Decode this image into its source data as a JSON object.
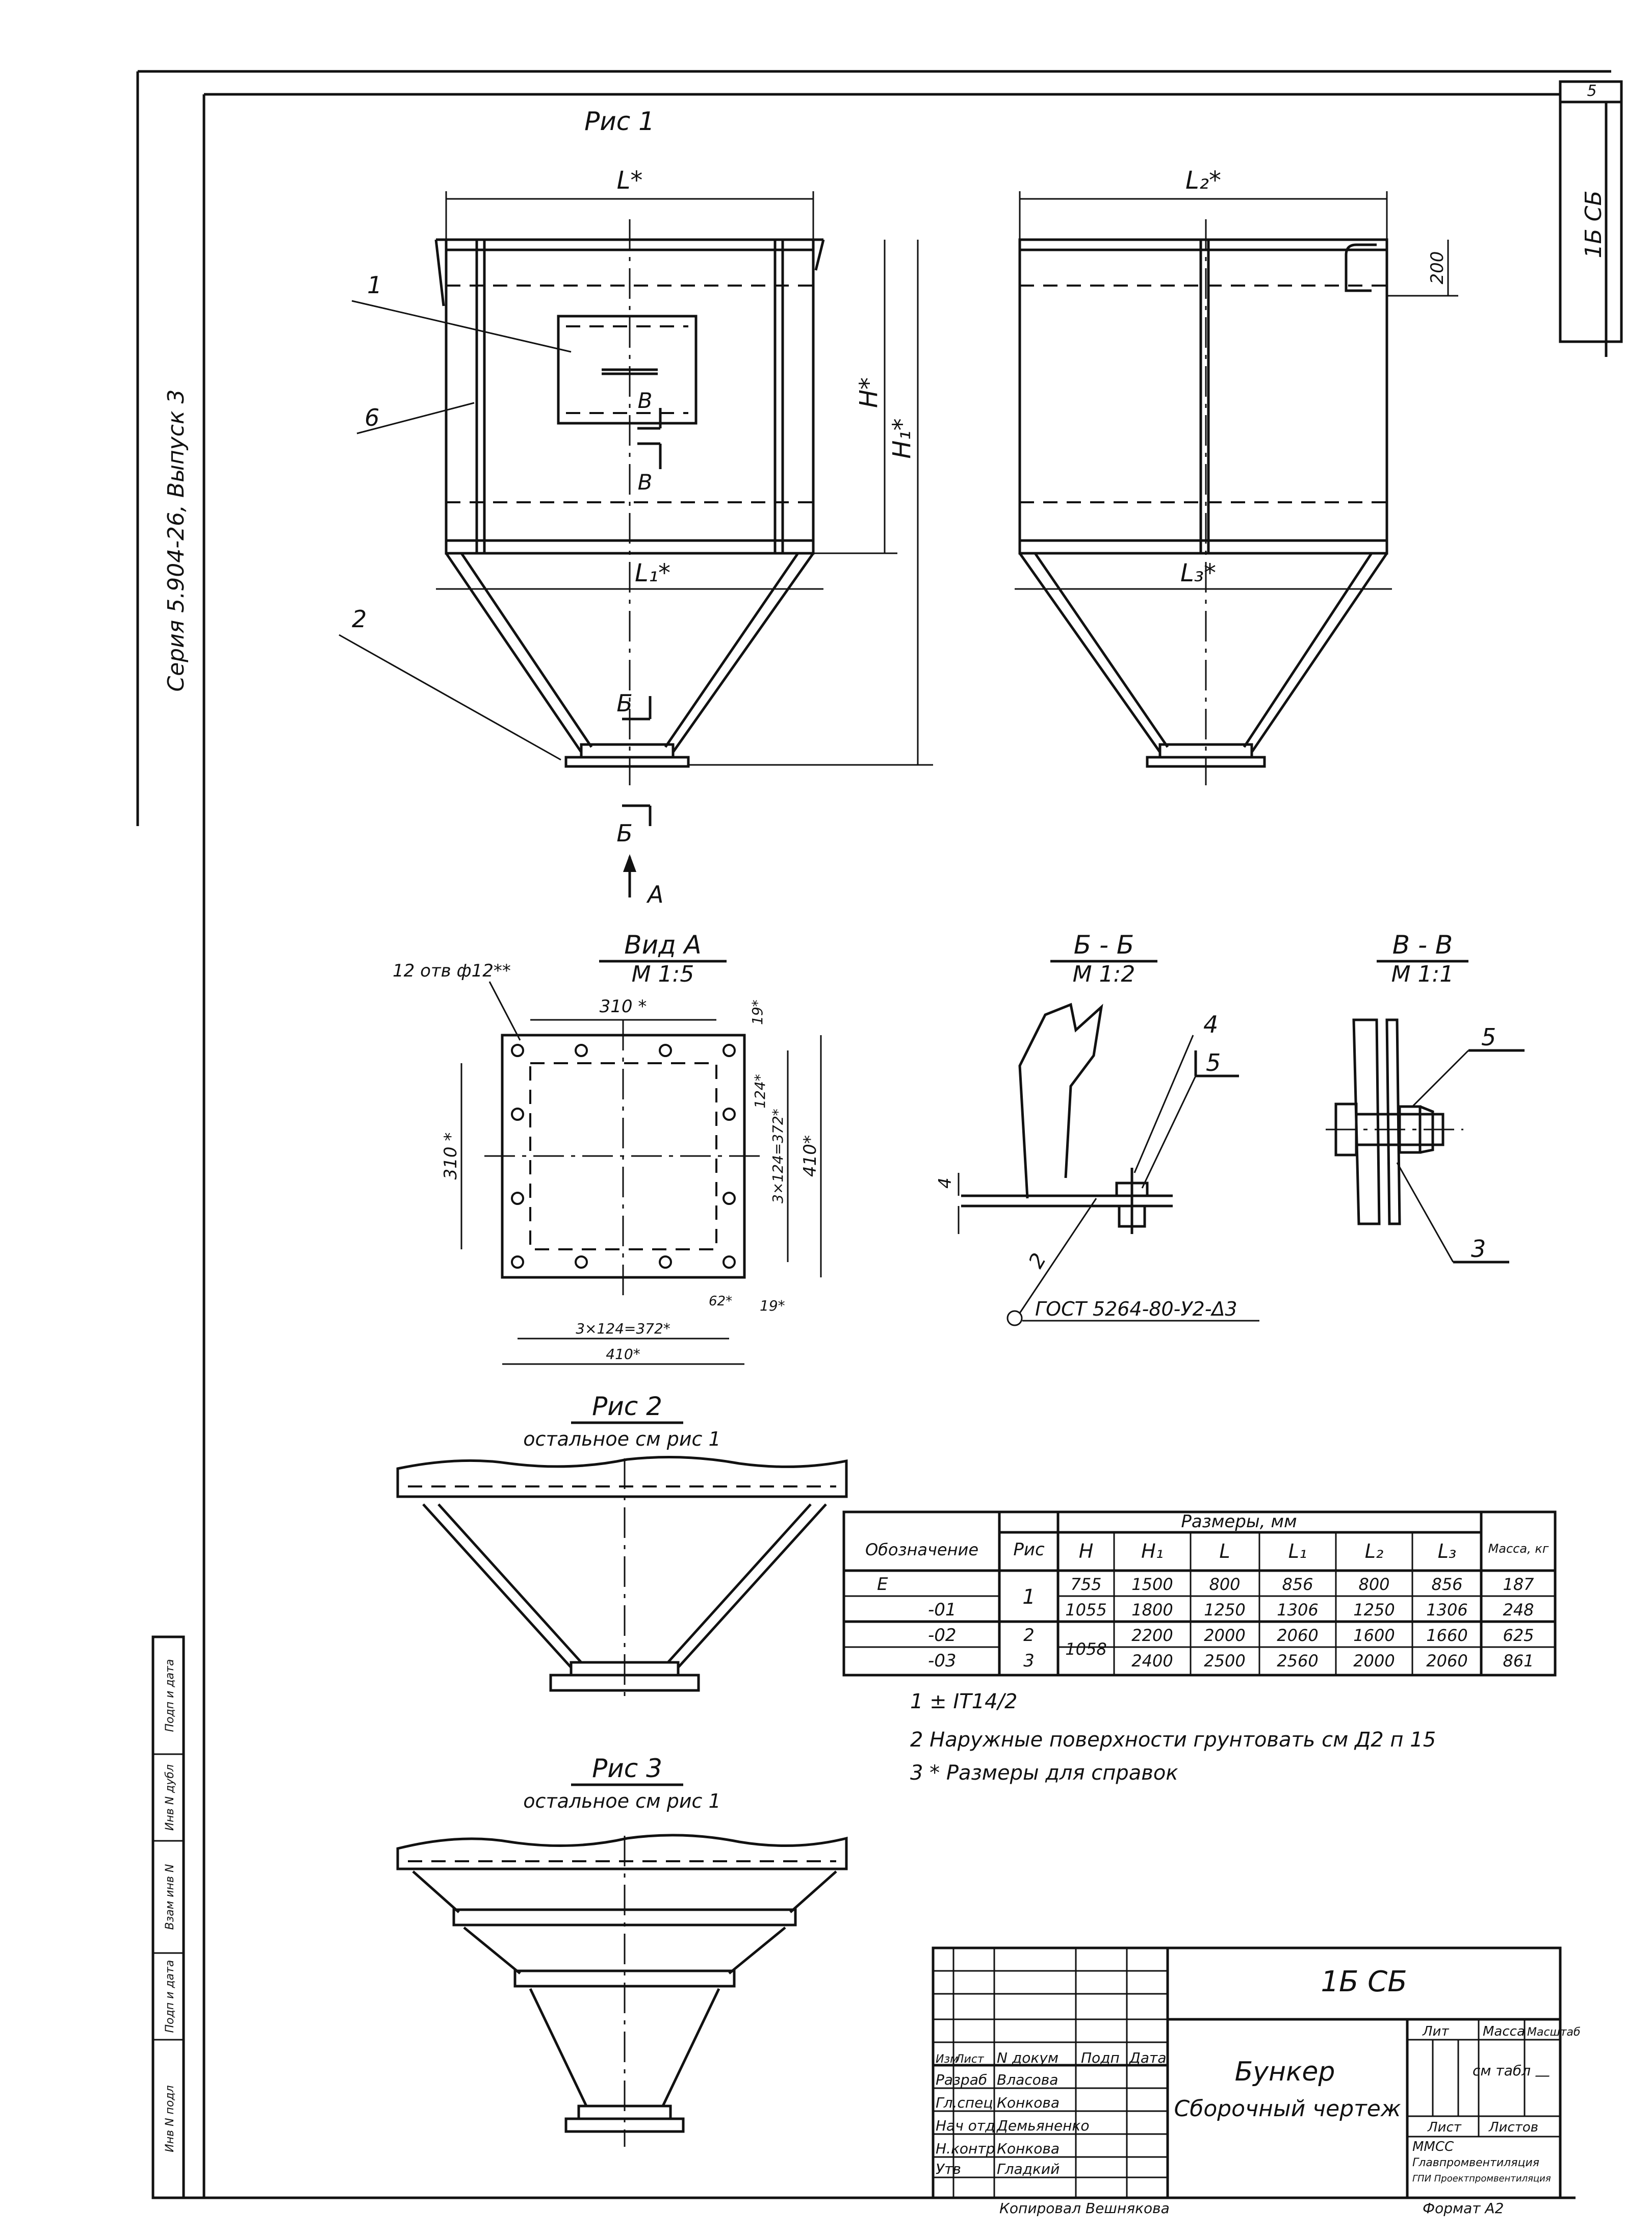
{
  "sheet_number": "5",
  "doc_code": "1Б СБ",
  "series_label": "Серия  5.904-26, Выпуск 3",
  "fig1": {
    "title": "Рис 1",
    "dims": {
      "L": "L*",
      "L1": "L₁*",
      "L2": "L₂*",
      "L3": "L₃*",
      "H": "H*",
      "H1": "H₁*",
      "d200": "200"
    },
    "callouts": [
      "1",
      "6",
      "2"
    ],
    "section_b": "В",
    "section_bb": "Б",
    "view_arrow": "А"
  },
  "view_a": {
    "title": "Вид А",
    "scale": "М 1:5",
    "holes_note": "12 отв ф12**",
    "dims": [
      "310 *",
      "310 *",
      "19*",
      "124*",
      "3×124=372*",
      "410*",
      "3×124=372*",
      "410*",
      "62*",
      "19*"
    ]
  },
  "section_bb": {
    "title": "Б - Б",
    "scale": "М 1:2",
    "callouts": [
      "4",
      "5",
      "2"
    ],
    "dim4": "4",
    "weld_note": "ГОСТ 5264-80-У2-Δ3"
  },
  "section_vv": {
    "title": "В - В",
    "scale": "М 1:1",
    "callouts": [
      "5",
      "3"
    ]
  },
  "fig2": {
    "title": "Рис 2",
    "note": "остальное  см рис 1"
  },
  "fig3": {
    "title": "Рис 3",
    "note": "остальное  см рис 1"
  },
  "table": {
    "header_designation": "Обозначение",
    "header_fig": "Рис",
    "header_sizes": "Размеры,  мм",
    "header_mass": "Масса, кг",
    "cols": [
      "H",
      "H₁",
      "L",
      "L₁",
      "L₂",
      "L₃"
    ],
    "rows": [
      {
        "designation": "Е",
        "fig": "1",
        "H": "755",
        "H1": "1500",
        "L": "800",
        "L1": "856",
        "L2": "800",
        "L3": "856",
        "mass": "187"
      },
      {
        "designation": "-01",
        "fig": "",
        "H": "1055",
        "H1": "1800",
        "L": "1250",
        "L1": "1306",
        "L2": "1250",
        "L3": "1306",
        "mass": "248"
      },
      {
        "designation": "-02",
        "fig": "2",
        "H": "1058",
        "H1": "2200",
        "L": "2000",
        "L1": "2060",
        "L2": "1600",
        "L3": "1660",
        "mass": "625"
      },
      {
        "designation": "-03",
        "fig": "3",
        "H": "",
        "H1": "2400",
        "L": "2500",
        "L1": "2560",
        "L2": "2000",
        "L3": "2060",
        "mass": "861"
      }
    ]
  },
  "notes": [
    "1  ±  IT14/2",
    "2  Наружные  поверхности  грунтовать  см  Д2 п 15",
    "3 * Размеры  для  справок"
  ],
  "title_block": {
    "code": "1Б СБ",
    "name_line1": "Бункер",
    "name_line2": "Сборочный чертеж",
    "col_headers": [
      "Изм",
      "Лист",
      "N докум",
      "Подп",
      "Дата"
    ],
    "roles": [
      "Разраб",
      "Гл.спец",
      "Нач отд",
      "Н.контр",
      "Утв"
    ],
    "names": [
      "Власова",
      "Конкова",
      "Демьяненко",
      "Конкова",
      "Гладкий"
    ],
    "lit": "Лит",
    "mass": "Масса",
    "scale": "Масштаб",
    "mass_value": "см табл",
    "scale_value": "—",
    "sheet": "Лист",
    "sheets": "Листов",
    "org_line1": "ММСС",
    "org_line2": "Главпромвентиляция",
    "org_line3": "ГПИ Проектпромвентиляция",
    "copied": "Копировал  Вешнякова",
    "format": "Формат  А2"
  },
  "left_stamp": [
    "Инв N подл",
    "Подп и дата",
    "Взам инв N",
    "Инв N дубл",
    "Подп и дата"
  ]
}
